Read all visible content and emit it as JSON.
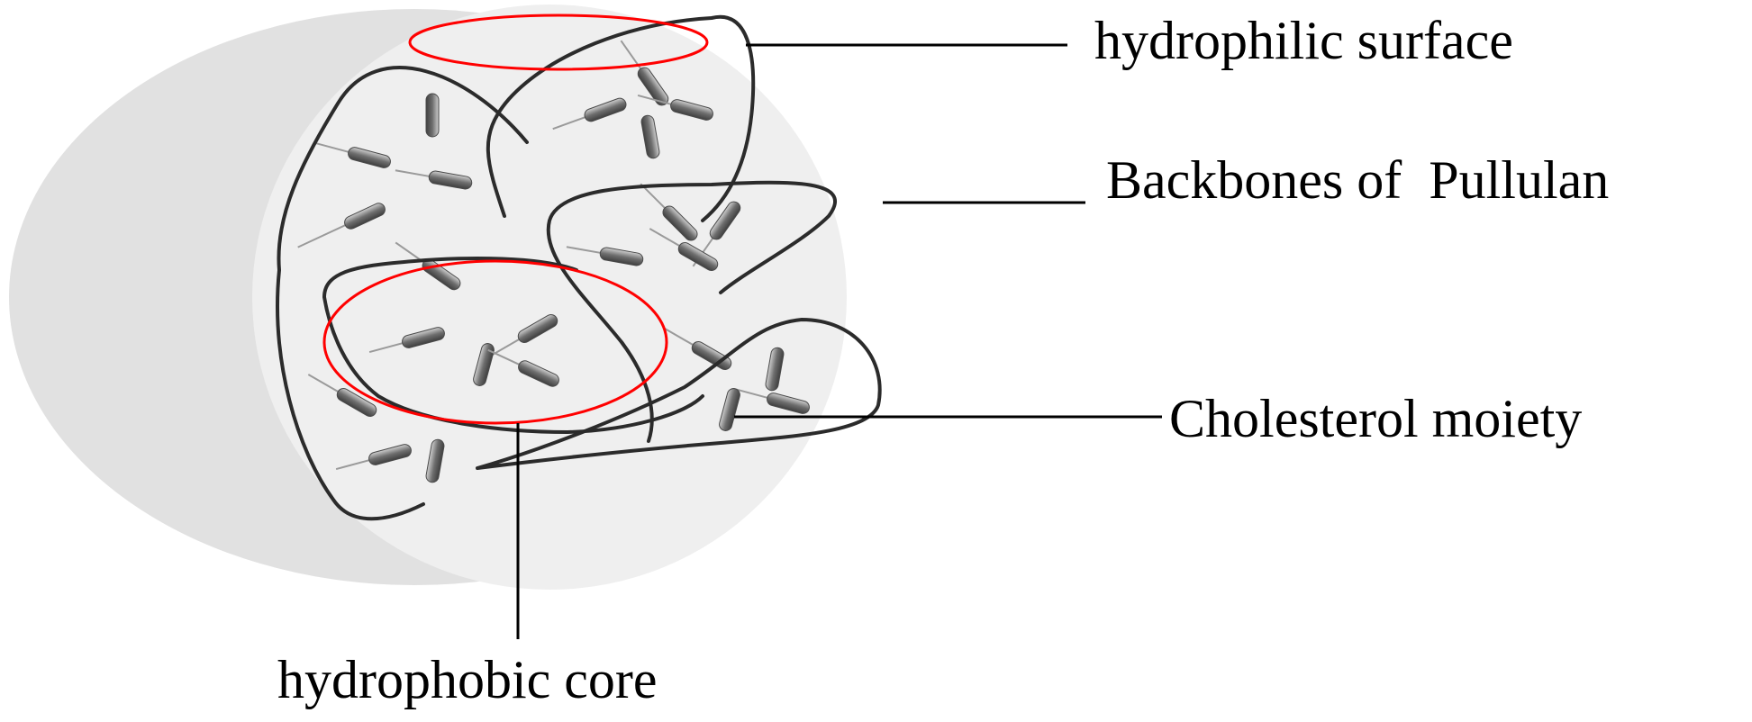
{
  "labels": {
    "hydrophilic_surface": "hydrophilic surface",
    "backbones": "Backbones of  Pullulan",
    "cholesterol": "Cholesterol moiety",
    "hydrophobic_core": "hydrophobic core"
  },
  "colors": {
    "background": "#ffffff",
    "outer_shadow": "#e1e1e1",
    "inner_sphere": "#efefef",
    "backbone_line": "#2b2b2b",
    "highlight_ellipse": "#ff0000",
    "cholesterol_fill": "#7a7a7a",
    "leader_line": "#000000"
  }
}
